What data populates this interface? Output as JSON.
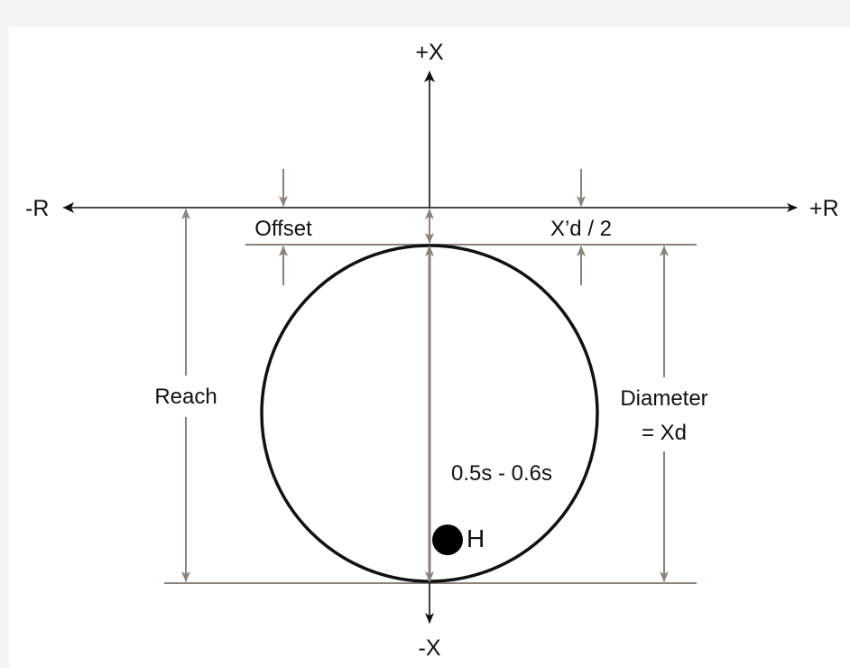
{
  "colors": {
    "axis": "#111111",
    "dimension": "#8b827c",
    "circle": "#111111",
    "point": "#000000",
    "background": "#ffffff",
    "margin": "#f4f4f4"
  },
  "axes": {
    "plus_x": "+X",
    "minus_x": "-X",
    "plus_r": "+R",
    "minus_r": "-R"
  },
  "labels": {
    "offset": "Offset",
    "x_half": "X’d / 2",
    "reach": "Reach",
    "diameter_line1": "Diameter",
    "diameter_line2": "= Xd",
    "time_range": "0.5s - 0.6s",
    "point_h": "H"
  }
}
